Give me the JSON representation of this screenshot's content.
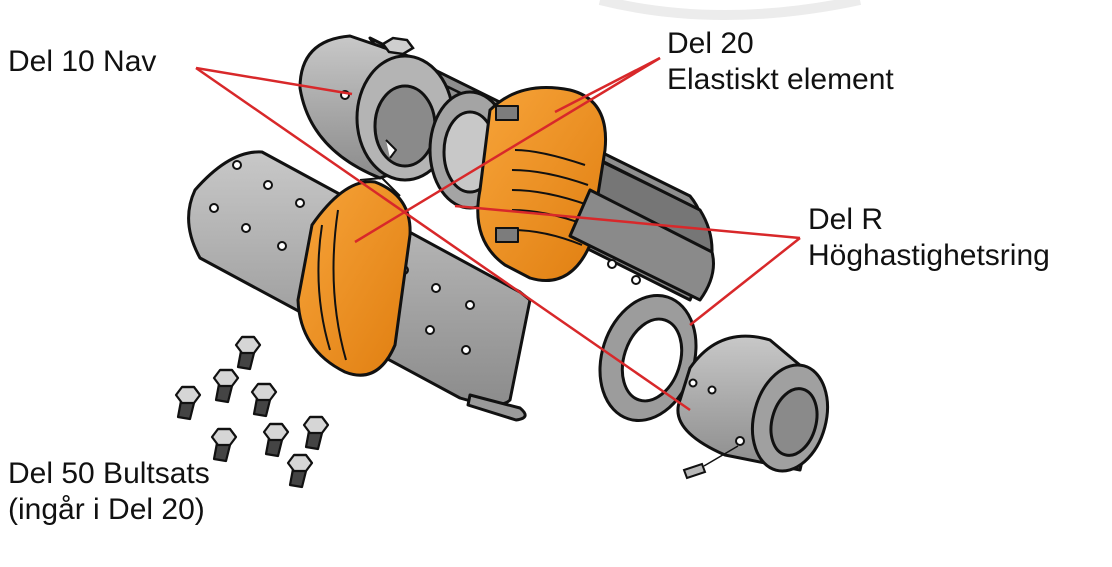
{
  "labels": {
    "part10": "Del 10 Nav",
    "part20_line1": "Del 20",
    "part20_line2": "Elastiskt element",
    "partR_line1": "Del R",
    "partR_line2": "Höghastighetsring",
    "part50_line1": "Del 50 Bultsats",
    "part50_line2": "(ingår i Del 20)"
  },
  "colors": {
    "metal": "#a8a8a8",
    "metal_light": "#c4c4c4",
    "metal_dark": "#7a7a7a",
    "elastic": "#f0901c",
    "elastic_dark": "#c86e0a",
    "outline": "#111111",
    "leader": "#d8282a"
  }
}
